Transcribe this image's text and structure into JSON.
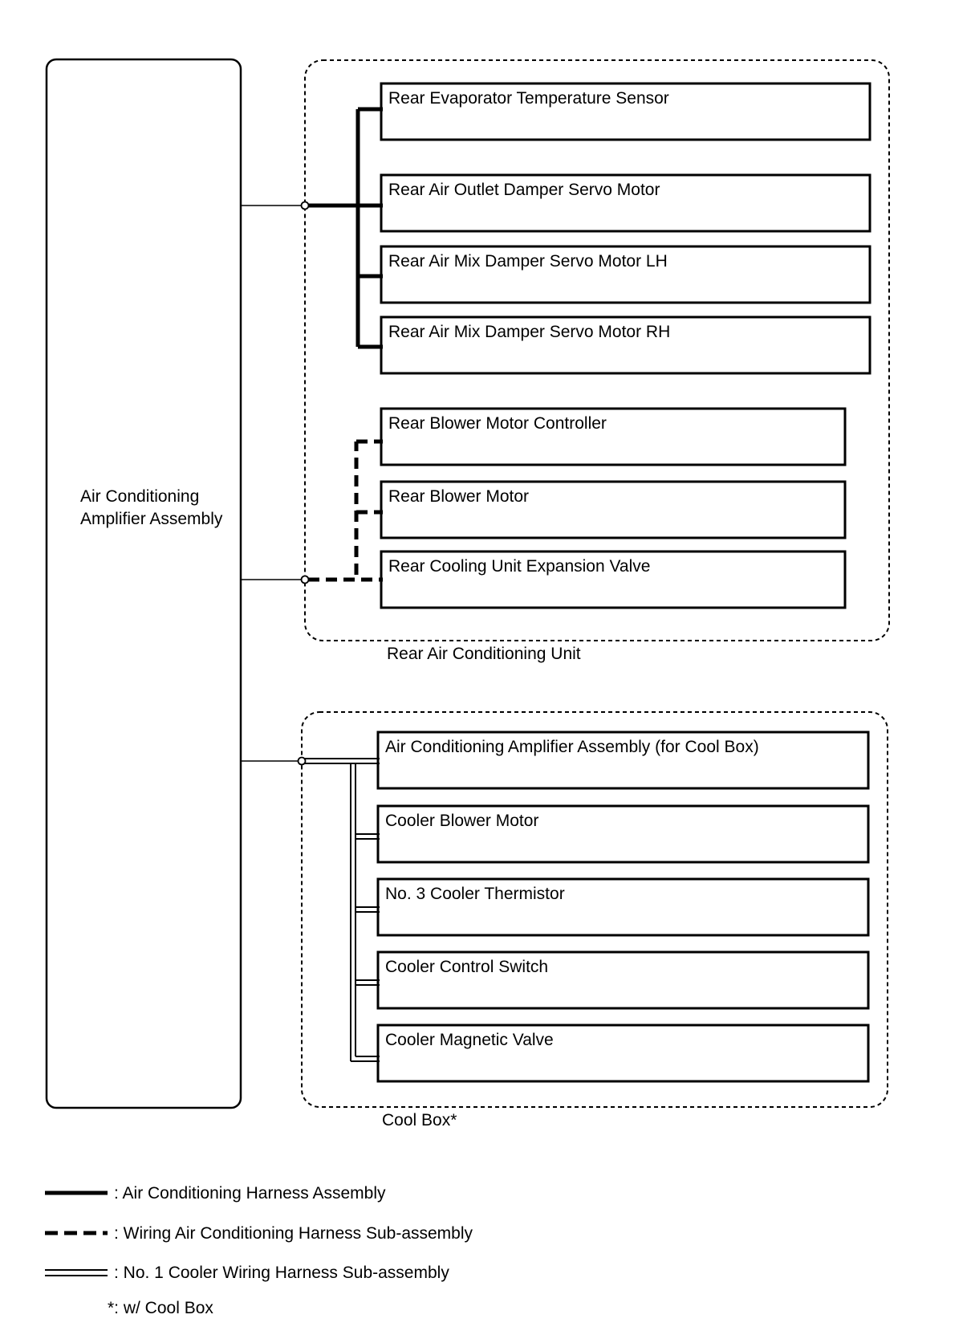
{
  "amplifier": {
    "title": "Air Conditioning Amplifier Assembly"
  },
  "rear_unit": {
    "caption": "Rear Air Conditioning Unit",
    "harness_group_1": [
      "Rear Evaporator Temperature Sensor",
      "Rear Air Outlet Damper Servo Motor",
      "Rear Air Mix Damper Servo Motor LH",
      "Rear Air Mix Damper Servo Motor RH"
    ],
    "harness_group_2": [
      "Rear Blower Motor Controller",
      "Rear Blower Motor",
      "Rear Cooling Unit Expansion Valve"
    ]
  },
  "cool_box": {
    "caption": "Cool Box*",
    "components": [
      "Air Conditioning Amplifier Assembly (for Cool Box)",
      "Cooler Blower Motor",
      "No. 3 Cooler Thermistor",
      "Cooler Control Switch",
      "Cooler Magnetic Valve"
    ]
  },
  "legend": {
    "solid": "Air Conditioning Harness Assembly",
    "dashed": "Wiring Air Conditioning Harness Sub-assembly",
    "double": "No. 1 Cooler Wiring Harness Sub-assembly",
    "note": "*: w/ Cool Box"
  }
}
